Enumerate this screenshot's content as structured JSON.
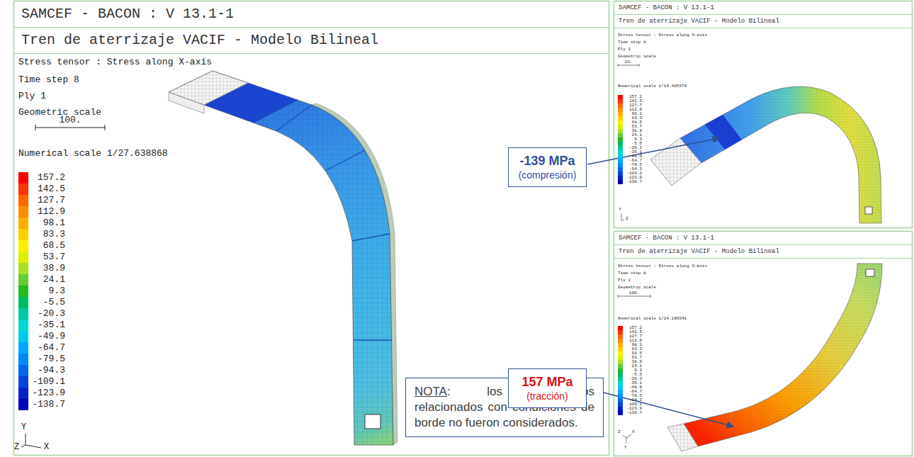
{
  "diagram": {
    "nodes": [
      {
        "text": [
          "SAMCEF - BACON : V 13.1-1",
          "Tren de aterrizaje VACIF - Modelo Bilineal"
        ]
      },
      {
        "text": [
          "NOTA: los elementos relacionados con condiciones de borde no fueron considerados."
        ]
      },
      {
        "text": [
          "SAMCEF - BACON : V 13.1-1",
          "Tren de aterrizaje VACIF - Modelo Bilineal"
        ]
      },
      {
        "text": [
          "-139 MPa",
          "(compresión)"
        ]
      },
      {
        "text": [
          "SAMCEF - BACON : V 13.1-1",
          "Tren de aterrizaje VACIF - Modelo Bilineal"
        ]
      },
      {
        "text": [
          "157 MPa",
          "(tracción)"
        ]
      }
    ],
    "labels": [
      "Stress tensor : Stress along X-axis",
      "Time step 8",
      "Ply 1",
      "Geometric scale",
      "100.",
      "Numerical scale 1/27.638868",
      "Y",
      "Z",
      "X",
      "Stress tensor : Stress along X-axis",
      "Time step 8",
      "Ply 1",
      "Geometric scale",
      "10.",
      "Numerical scale 1/14.485574",
      "Y",
      "Z",
      "Stress tensor : Stress along X-axis",
      "Time step 8",
      "Ply 1",
      "Geometric scale",
      "100.",
      "Numerical scale 1/24.196541",
      "Z",
      "X",
      "Y"
    ],
    "legend": [
      {
        "text": "157.2",
        "color": "#ff0000"
      },
      {
        "text": "142.5",
        "color": "#ff3300"
      },
      {
        "text": "127.7",
        "color": "#ff6600"
      },
      {
        "text": "112.9",
        "color": "#ff8c00"
      },
      {
        "text": "98.1",
        "color": "#ffb000"
      },
      {
        "text": "83.3",
        "color": "#ffd000"
      },
      {
        "text": "68.5",
        "color": "#ffee00"
      },
      {
        "text": "53.7",
        "color": "#ddf000"
      },
      {
        "text": "38.9",
        "color": "#aae020"
      },
      {
        "text": "24.1",
        "color": "#66cc33"
      },
      {
        "text": "9.3",
        "color": "#22bb22"
      },
      {
        "text": "-5.5",
        "color": "#00bb66"
      },
      {
        "text": "-20.3",
        "color": "#00c8a0"
      },
      {
        "text": "-35.1",
        "color": "#00d8d0"
      },
      {
        "text": "-49.9",
        "color": "#00c8f0"
      },
      {
        "text": "-64.7",
        "color": "#00a8ff"
      },
      {
        "text": "-79.5",
        "color": "#0088f8"
      },
      {
        "text": "-94.3",
        "color": "#0066ee"
      },
      {
        "text": "-109.1",
        "color": "#0044dd"
      },
      {
        "text": "-123.9",
        "color": "#0022cc"
      },
      {
        "text": "-138.7",
        "color": "#0000bb"
      },
      {
        "text": "157.2",
        "color": "#ff0000"
      },
      {
        "text": "142.5",
        "color": "#ff3300"
      },
      {
        "text": "127.7",
        "color": "#ff6600"
      },
      {
        "text": "112.9",
        "color": "#ff8c00"
      },
      {
        "text": "98.1",
        "color": "#ffb000"
      },
      {
        "text": "83.3",
        "color": "#ffd000"
      },
      {
        "text": "68.5",
        "color": "#ffee00"
      },
      {
        "text": "53.7",
        "color": "#ddf000"
      },
      {
        "text": "38.9",
        "color": "#aae020"
      },
      {
        "text": "24.1",
        "color": "#66cc33"
      },
      {
        "text": "9.3",
        "color": "#22bb22"
      },
      {
        "text": "-5.5",
        "color": "#00bb66"
      },
      {
        "text": "-20.3",
        "color": "#00c8a0"
      },
      {
        "text": "-35.1",
        "color": "#00d8d0"
      },
      {
        "text": "-49.9",
        "color": "#00c8f0"
      },
      {
        "text": "-64.7",
        "color": "#00a8ff"
      },
      {
        "text": "-79.5",
        "color": "#0088f8"
      },
      {
        "text": "-94.3",
        "color": "#0066ee"
      },
      {
        "text": "-109.1",
        "color": "#0044dd"
      },
      {
        "text": "-123.9",
        "color": "#0022cc"
      },
      {
        "text": "-138.7",
        "color": "#0000bb"
      },
      {
        "text": "157.2",
        "color": "#ff0000"
      },
      {
        "text": "142.5",
        "color": "#ff3300"
      },
      {
        "text": "127.7",
        "color": "#ff6600"
      },
      {
        "text": "112.9",
        "color": "#ff8c00"
      },
      {
        "text": "98.1",
        "color": "#ffb000"
      },
      {
        "text": "83.3",
        "color": "#ffd000"
      },
      {
        "text": "68.5",
        "color": "#ffee00"
      },
      {
        "text": "53.7",
        "color": "#ddf000"
      },
      {
        "text": "38.9",
        "color": "#aae020"
      },
      {
        "text": "24.1",
        "color": "#66cc33"
      },
      {
        "text": "9.3",
        "color": "#22bb22"
      },
      {
        "text": "-5.5",
        "color": "#00bb66"
      },
      {
        "text": "-20.3",
        "color": "#00c8a0"
      },
      {
        "text": "-35.1",
        "color": "#00d8d0"
      },
      {
        "text": "-49.9",
        "color": "#00c8f0"
      },
      {
        "text": "-64.7",
        "color": "#00a8ff"
      },
      {
        "text": "-79.5",
        "color": "#0088f8"
      },
      {
        "text": "-94.3",
        "color": "#0066ee"
      },
      {
        "text": "-109.1",
        "color": "#0044dd"
      },
      {
        "text": "-123.9",
        "color": "#0022cc"
      },
      {
        "text": "-138.7",
        "color": "#0000bb"
      }
    ]
  }
}
